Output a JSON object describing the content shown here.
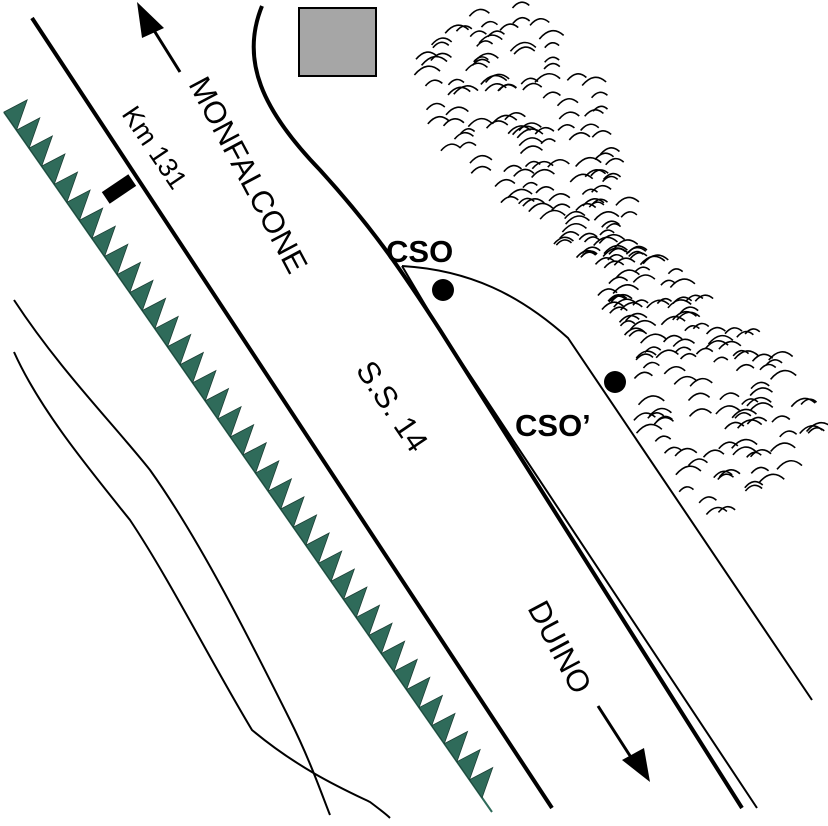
{
  "labels": {
    "north_town": "MONFALCONE",
    "south_town": "DUINO",
    "road": "S.S. 14",
    "kilometer_marker": "Km 131",
    "station_1": "CSO",
    "station_2": "CSO’"
  },
  "colors": {
    "escarpment_teeth": "#2f6b5a",
    "building": "#a6a6a6",
    "line": "#000000"
  },
  "icons": {
    "north_arrow": "arrow-up-left-icon",
    "south_arrow": "arrow-down-right-icon",
    "station_marker": "filled-circle-icon",
    "building": "square-icon",
    "rock_outcrop": "hatched-relief-icon",
    "escarpment": "triangle-teeth-icon"
  }
}
